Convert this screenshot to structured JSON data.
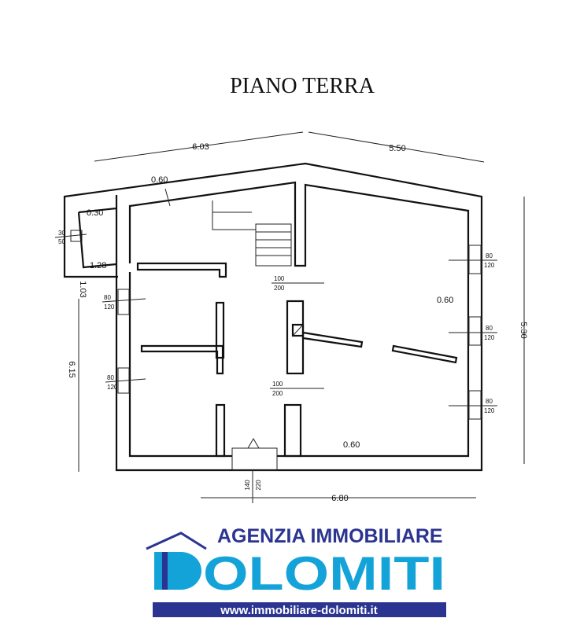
{
  "title": "PIANO TERRA",
  "dimensions": {
    "top_left": "6.03",
    "top_right": "5.50",
    "bottom": "6.80",
    "left": "6.15",
    "right": "5.30",
    "annex_height": "1.03",
    "annex_inner": "0.30",
    "annex_width": "1.28",
    "wall_top": "0.60",
    "wall_right": "0.60",
    "wall_bottom": "0.60"
  },
  "openings": {
    "annex_window": {
      "w": "30",
      "h": "50"
    },
    "left_window_1": {
      "w": "80",
      "h": "120"
    },
    "left_window_2": {
      "w": "80",
      "h": "120"
    },
    "right_window_1": {
      "w": "80",
      "h": "120"
    },
    "right_window_2": {
      "w": "80",
      "h": "120"
    },
    "right_window_3": {
      "w": "80",
      "h": "120"
    },
    "door_1": {
      "w": "100",
      "h": "200"
    },
    "door_2": {
      "w": "100",
      "h": "200"
    },
    "entrance": {
      "w": "140",
      "h": "220"
    }
  },
  "logo": {
    "line1": "AGENZIA IMMOBILIARE",
    "line2": "DOLOMITI",
    "url": "www.immobiliare-dolomiti.it",
    "color_dark": "#2b3490",
    "color_light": "#14a3d9"
  }
}
